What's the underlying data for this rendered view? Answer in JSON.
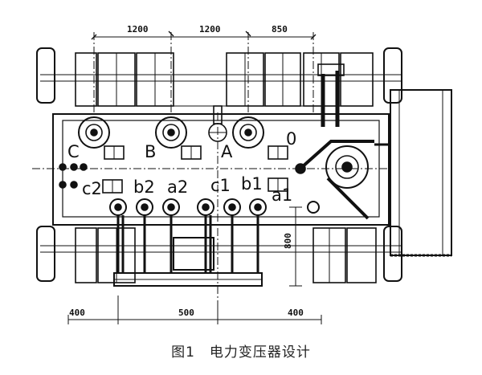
{
  "caption": "图1　电力变压器设计",
  "dimensions": {
    "top": [
      "1200",
      "1200",
      "850"
    ],
    "bottom": [
      "400",
      "500",
      "400"
    ],
    "side": "800"
  },
  "hv_terminals": [
    "C",
    "B",
    "A",
    "0"
  ],
  "lv_terminals": [
    "c2",
    "b2",
    "a2",
    "c1",
    "b1",
    "a1"
  ]
}
